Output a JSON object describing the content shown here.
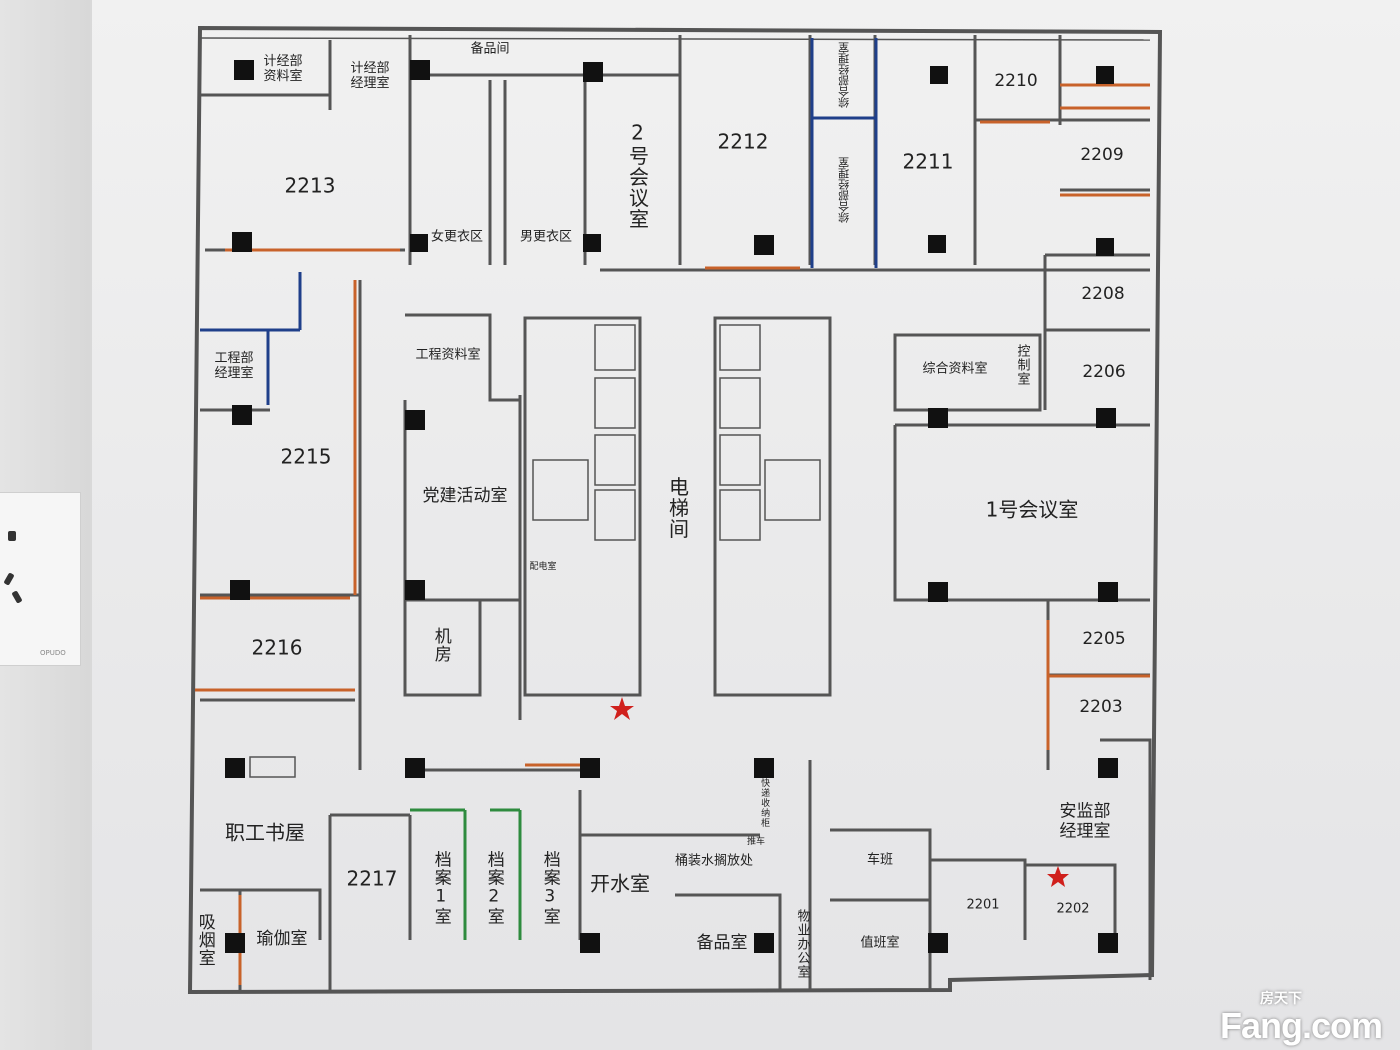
{
  "rooms": {
    "jj_zl": "计经部\n资料室",
    "jj_jl": "计经部\n经理室",
    "bpj": "备品间",
    "hy2": "2号会议室",
    "r2212": "2212",
    "zh1": "综合部经理室",
    "zh2": "综合部经理室",
    "r2211": "2211",
    "r2210": "2210",
    "r2209": "2209",
    "r2213": "2213",
    "nv": "女更衣区",
    "nan": "男更衣区",
    "r2208": "2208",
    "gczl": "工程资料室",
    "gcjl": "工程部\n经理室",
    "zhzl": "综合资料室",
    "kz": "控制室",
    "r2206": "2206",
    "r2215": "2215",
    "dj": "党建活动室",
    "dt": "电梯间",
    "hy1": "1号会议室",
    "pd": "配电室",
    "r2216": "2216",
    "jf": "机房",
    "r2205": "2205",
    "r2203": "2203",
    "sw": "职工书屋",
    "r2217": "2217",
    "da1": "档案1室",
    "da2": "档案2室",
    "da3": "档案3室",
    "ks": "开水室",
    "tz": "桶装水搁放处",
    "tc": "推车",
    "kd": "快递收纳柜",
    "cb": "车班",
    "aj": "安监部\n经理室",
    "r2201": "2201",
    "r2202": "2202",
    "xy": "吸烟室",
    "yj": "瑜伽室",
    "bps": "备品室",
    "wy": "物业办公室",
    "zb": "值班室"
  },
  "outlet_brand": "OPUDO",
  "watermark": {
    "cn": "房天下",
    "en": "Fang.com"
  },
  "colors": {
    "wall": "#555555",
    "orange": "#c8622a",
    "blue": "#1f3f8a",
    "green": "#2e8b3e",
    "column": "#111111",
    "star": "#d0201c"
  }
}
